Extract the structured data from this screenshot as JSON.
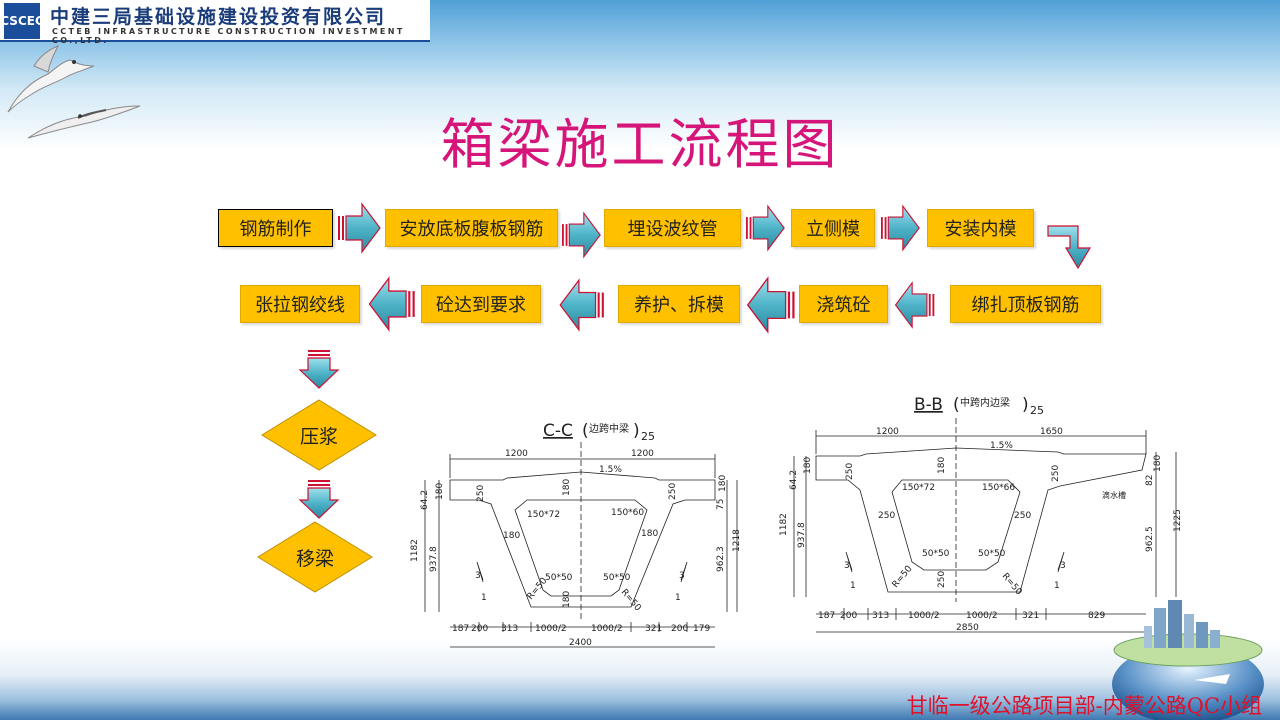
{
  "header": {
    "logo_text": "CSCEC",
    "company_cn": "中建三局基础设施建设投资有限公司",
    "company_en": "CCTEB INFRASTRUCTURE CONSTRUCTION INVESTMENT CO.,LTD."
  },
  "title": "箱梁施工流程图",
  "row1_steps": [
    "钢筋制作",
    "安放底板腹板钢筋",
    "埋设波纹管",
    "立侧模",
    "安装内模"
  ],
  "row2_steps": [
    "绑扎顶板钢筋",
    "浇筑砼",
    "养护、拆模",
    "砼达到要求",
    "张拉钢绞线"
  ],
  "vertical_steps": [
    "压浆",
    "移梁"
  ],
  "drawing_cc": {
    "title": "C-C",
    "subtitle": "边跨中梁",
    "scale": "25",
    "top_dims": [
      "1200",
      "1200"
    ],
    "slope": "1.5%",
    "left_heights": [
      "64.2",
      "180",
      "1182",
      "937.8"
    ],
    "right_heights": [
      "75",
      "180",
      "962.3",
      "1218"
    ],
    "interior": [
      "250",
      "180",
      "250",
      "150*72",
      "150*60",
      "180",
      "180",
      "50*50",
      "50*50",
      "180",
      "R=50",
      "R=50",
      "3",
      "1",
      "3",
      "1"
    ],
    "bottom_dims": [
      "187",
      "200",
      "313",
      "1000/2",
      "1000/2",
      "321",
      "200",
      "179"
    ],
    "total": "2400"
  },
  "drawing_bb": {
    "title": "B-B",
    "subtitle": "中跨内边梁",
    "scale": "25",
    "top_dims": [
      "1200",
      "1650"
    ],
    "slope": "1.5%",
    "left_heights": [
      "64.2",
      "180",
      "1182",
      "937.8"
    ],
    "right_heights": [
      "82",
      "180",
      "962.5",
      "1225"
    ],
    "interior": [
      "250",
      "180",
      "250",
      "150*72",
      "150*66",
      "250",
      "250",
      "50*50",
      "50*50",
      "250",
      "R=50",
      "R=50",
      "3",
      "1",
      "3",
      "1",
      "滴水槽"
    ],
    "bottom_dims": [
      "187",
      "200",
      "313",
      "1000/2",
      "1000/2",
      "321",
      "829"
    ],
    "total": "2850"
  },
  "footer": "甘临一级公路项目部-内蒙公路QC小组",
  "colors": {
    "title": "#d6157a",
    "step_fill": "#ffc000",
    "arrow_fill": "#4fb3c8",
    "arrow_stripes": "#cc1133",
    "footer": "#e0102a"
  },
  "icons": [
    "seagull-icon",
    "block-arrow-icon",
    "globe-city-icon"
  ]
}
